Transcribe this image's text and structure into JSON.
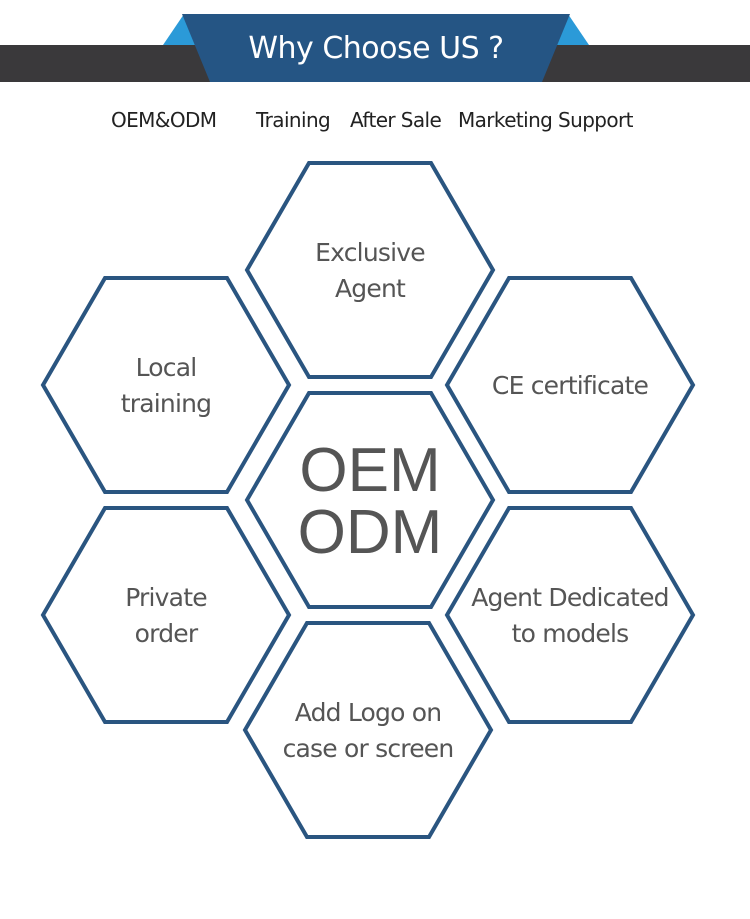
{
  "header": {
    "title": "Why Choose US ?"
  },
  "subtitles": [
    "OEM&ODM",
    "Training",
    "After Sale",
    "Marketing Support"
  ],
  "hexagons": {
    "exclusive_agent": [
      "Exclusive",
      "Agent"
    ],
    "local_training": [
      "Local",
      "training"
    ],
    "ce_certificate": [
      "CE certificate"
    ],
    "center": [
      "OEM",
      "ODM"
    ],
    "private_order": [
      "Private",
      "order"
    ],
    "agent_dedicated": [
      "Agent Dedicated",
      "to models"
    ],
    "add_logo": [
      "Add Logo on",
      "case or screen"
    ]
  },
  "colors": {
    "dark_bar": "#3a393b",
    "banner": "#255584",
    "accent": "#2b9ad8",
    "hex_stroke": "#2a5580"
  }
}
